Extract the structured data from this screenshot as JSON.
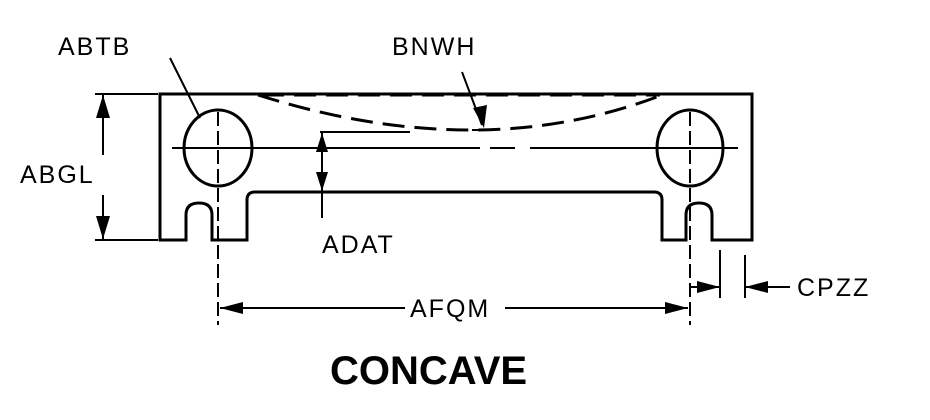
{
  "title": "CONCAVE",
  "labels": {
    "hole": "ABTB",
    "concave_depth": "BNWH",
    "height": "ABGL",
    "center_to_edge": "ADAT",
    "hole_spacing": "AFQM",
    "slot_width": "CPZZ"
  }
}
